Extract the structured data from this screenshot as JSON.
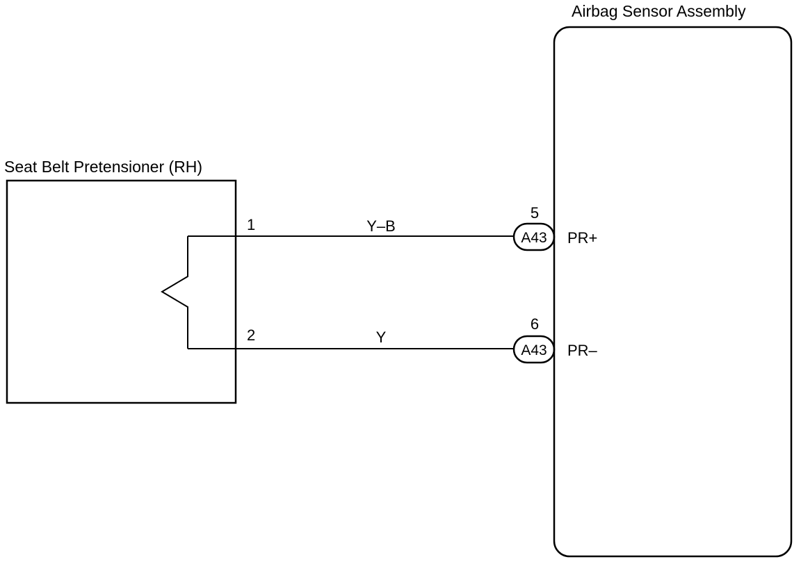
{
  "components": {
    "pretensioner": {
      "label": "Seat Belt Pretensioner (RH)",
      "pin1": "1",
      "pin2": "2"
    },
    "sensor": {
      "label": "Airbag Sensor Assembly",
      "pin5": "5",
      "pin6": "6",
      "connector_5": "A43",
      "connector_6": "A43",
      "terminal_5": "PR+",
      "terminal_6": "PR–"
    }
  },
  "wires": [
    {
      "from_pin": "1",
      "to_pin": "5",
      "color_code": "Y–B"
    },
    {
      "from_pin": "2",
      "to_pin": "6",
      "color_code": "Y"
    }
  ]
}
